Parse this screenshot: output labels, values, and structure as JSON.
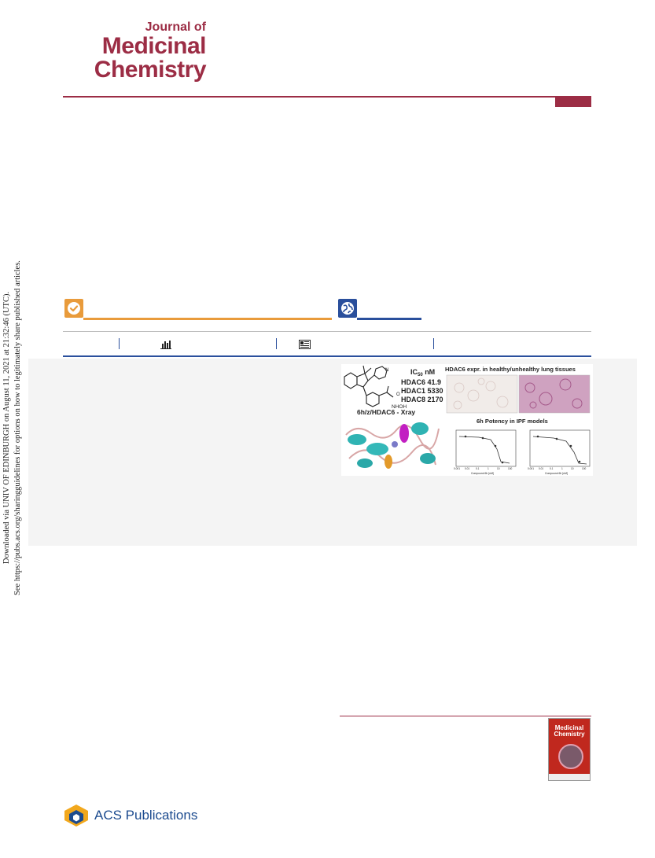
{
  "journal": {
    "line1": "Journal of",
    "line2": "Medicinal",
    "line3": "Chemistry",
    "brand_color": "#9c2d45"
  },
  "side_note": {
    "line1": "Downloaded via UNIV OF EDINBURGH on August 11, 2021 at 21:32:46 (UTC).",
    "line2": "See https://pubs.acs.org/sharingguidelines for options on how to legitimately share published articles."
  },
  "access": {
    "cite_icon": "check-circle-icon",
    "open_icon": "globe-icon",
    "orange": "#e99b3b",
    "blue": "#2a4f9c"
  },
  "metrics": {
    "metrics_icon": "bar-chart-icon",
    "article_icon": "article-icon"
  },
  "toc_graphic": {
    "ic50_label": "IC",
    "ic50_sub": "50",
    "ic50_unit": " nM",
    "hdac6": "HDAC6 41.9",
    "hdac1": "HDAC1 5330",
    "hdac8": "HDAC8 2170",
    "nhoh": "NHOH",
    "xray_title": "6h/z/HDAC6 - Xray",
    "expr_title": "HDAC6 expr. in healthy/unhealthy lung tissues",
    "potency_title": "6h Potency in IPF models",
    "xlabel": "Compound 6h [uM]",
    "ticks": [
      "0.001",
      "0.01",
      "0.1",
      "1",
      "10",
      "100"
    ]
  },
  "footer": {
    "publisher": "ACS Publications"
  }
}
